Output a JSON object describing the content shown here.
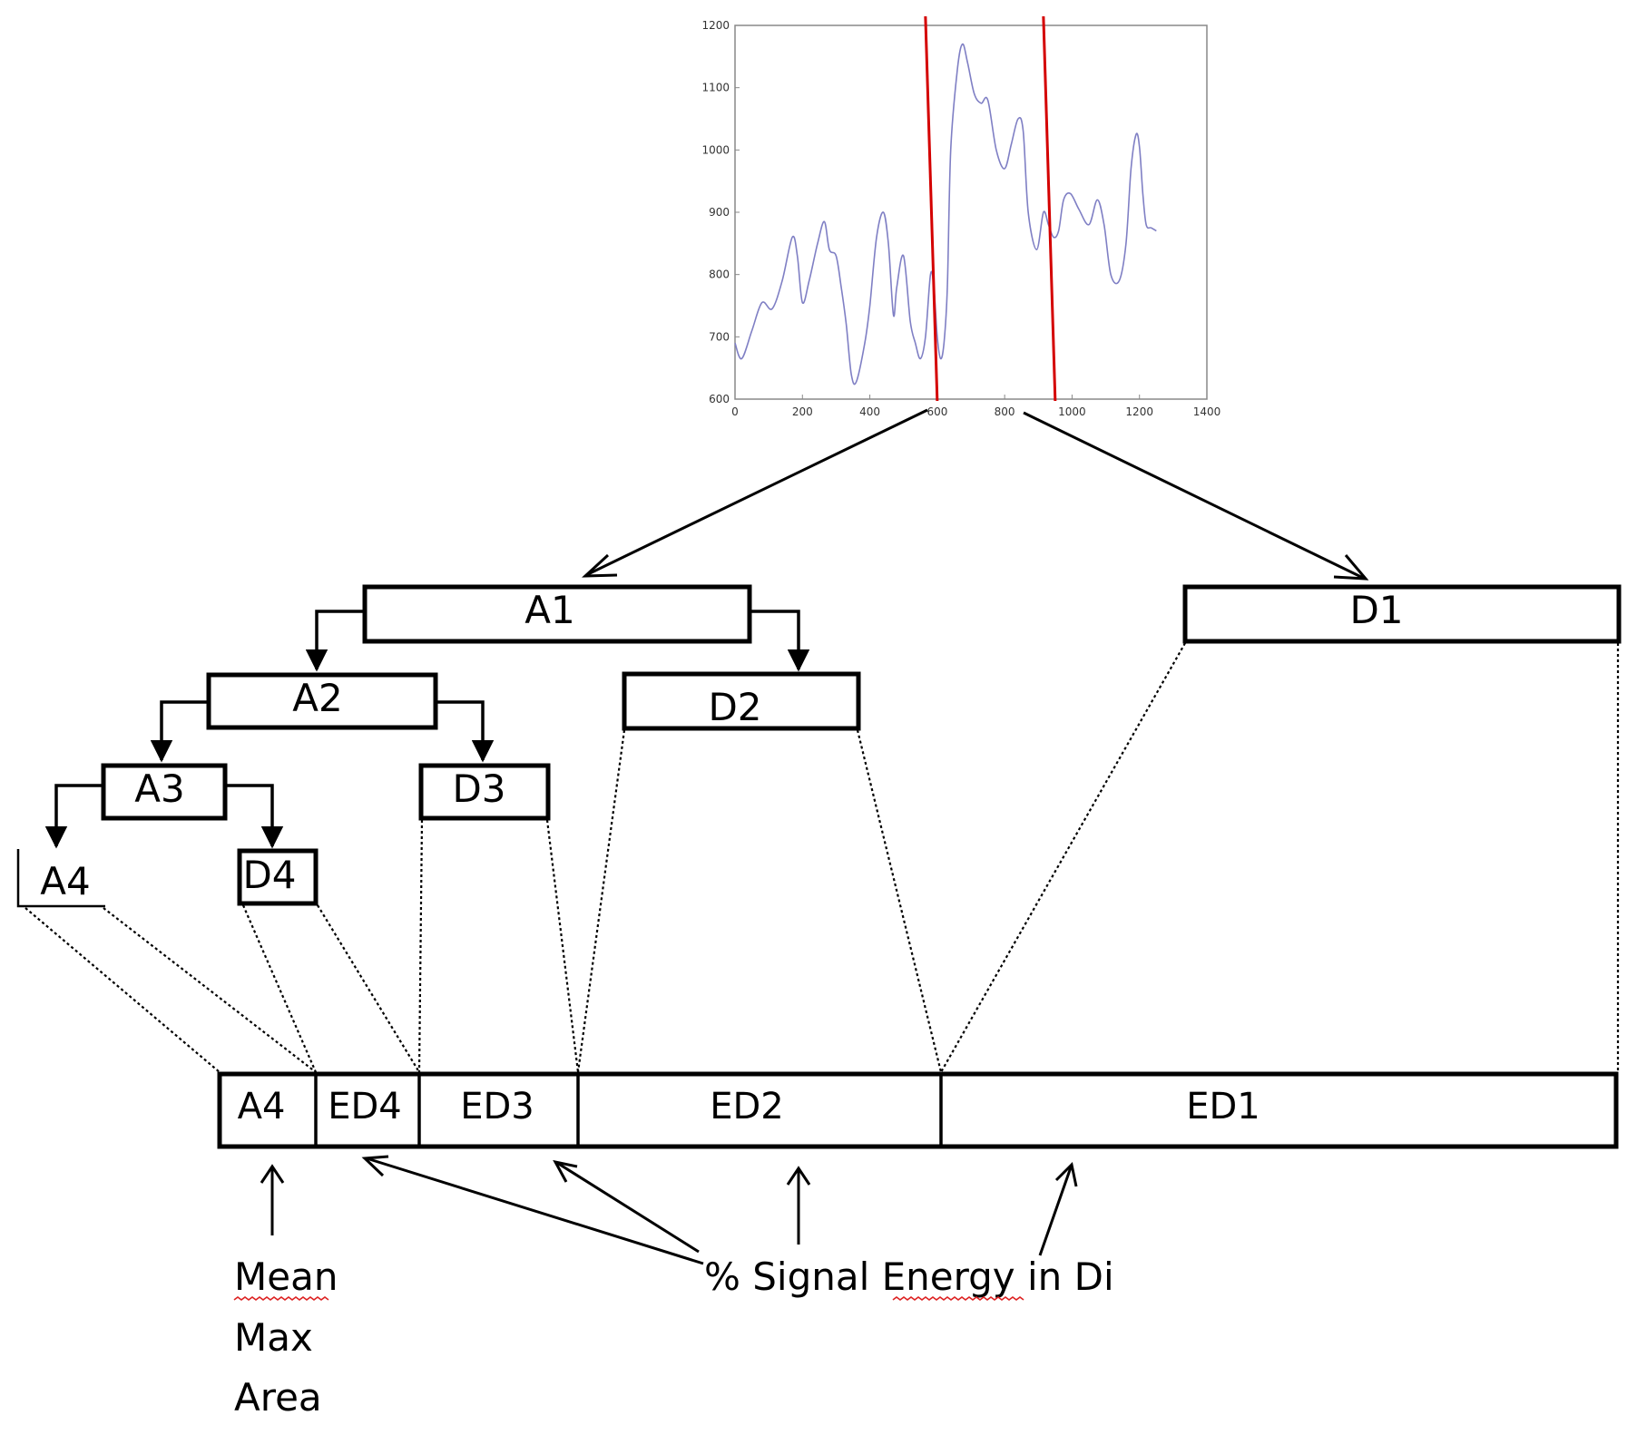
{
  "signal_plot": {
    "x_ticks": [
      "0",
      "200",
      "400",
      "600",
      "800",
      "1000",
      "1200",
      "1400"
    ],
    "y_ticks": [
      "600",
      "700",
      "800",
      "900",
      "1000",
      "1100",
      "1200"
    ],
    "colors": {
      "signal": "#7f7fc4",
      "window_marker": "#d40000"
    }
  },
  "chart_data": {
    "type": "line",
    "xlabel": "",
    "ylabel": "",
    "xlim": [
      0,
      1400
    ],
    "ylim": [
      600,
      1200
    ],
    "grid": false,
    "series": [
      {
        "x": [
          0,
          20,
          50,
          80,
          110,
          140,
          170,
          185,
          200,
          220,
          245,
          265,
          280,
          300,
          315,
          330,
          345,
          360,
          385,
          400,
          420,
          440,
          455,
          470,
          480,
          500,
          520,
          535,
          550,
          565,
          580,
          590,
          600,
          610,
          620,
          630,
          640,
          660,
          675,
          690,
          710,
          730,
          750,
          775,
          800,
          820,
          840,
          855,
          870,
          895,
          915,
          930,
          945,
          960,
          975,
          995,
          1020,
          1050,
          1075,
          1095,
          1115,
          1140,
          1160,
          1175,
          1190,
          1200,
          1210,
          1220,
          1235,
          1250
        ],
        "y": [
          690,
          665,
          710,
          755,
          745,
          790,
          860,
          830,
          755,
          790,
          850,
          885,
          840,
          830,
          780,
          720,
          640,
          628,
          690,
          750,
          860,
          900,
          850,
          735,
          780,
          830,
          725,
          690,
          665,
          700,
          800,
          780,
          700,
          665,
          690,
          780,
          1000,
          1130,
          1170,
          1140,
          1090,
          1075,
          1080,
          1000,
          970,
          1010,
          1050,
          1030,
          900,
          840,
          900,
          880,
          860,
          870,
          920,
          930,
          905,
          880,
          920,
          880,
          800,
          790,
          850,
          970,
          1025,
          1005,
          930,
          880,
          875,
          870
        ]
      }
    ],
    "markers": [
      {
        "x_top": 565,
        "x_bottom": 600
      },
      {
        "x_top": 915,
        "x_bottom": 950
      }
    ]
  },
  "tree": {
    "A1": "A1",
    "D1": "D1",
    "A2": "A2",
    "D2": "D2",
    "A3": "A3",
    "D3": "D3",
    "A4": "A4",
    "D4": "D4"
  },
  "energy_vector": {
    "A4": "A4",
    "ED4": "ED4",
    "ED3": "ED3",
    "ED2": "ED2",
    "ED1": "ED1"
  },
  "captions": {
    "mean": "Mean",
    "max": "Max",
    "area": "Area",
    "signal_energy": "% Signal Energy in Di"
  }
}
